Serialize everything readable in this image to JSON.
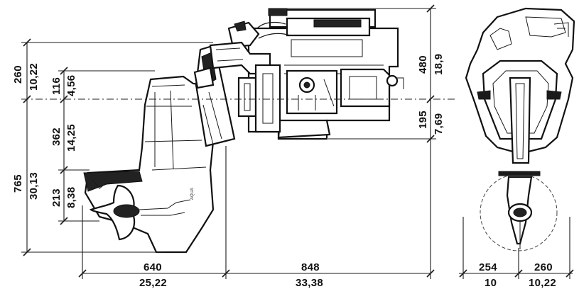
{
  "dimensions": {
    "left_top_mm": "260",
    "left_top_in": "10,22",
    "left_116_mm": "116",
    "left_116_in": "4,56",
    "left_362_mm": "362",
    "left_362_in": "14,25",
    "left_765_mm": "765",
    "left_765_in": "30,13",
    "left_213_mm": "213",
    "left_213_in": "8,38",
    "right_480_mm": "480",
    "right_480_in": "18,9",
    "right_195_mm": "195",
    "right_195_in": "7,69",
    "bottom_640_mm": "640",
    "bottom_640_in": "25,22",
    "bottom_848_mm": "848",
    "bottom_848_in": "33,38",
    "bottom_254_mm": "254",
    "bottom_254_in": "10",
    "bottom_260_mm": "260",
    "bottom_260_in": "10,22"
  }
}
